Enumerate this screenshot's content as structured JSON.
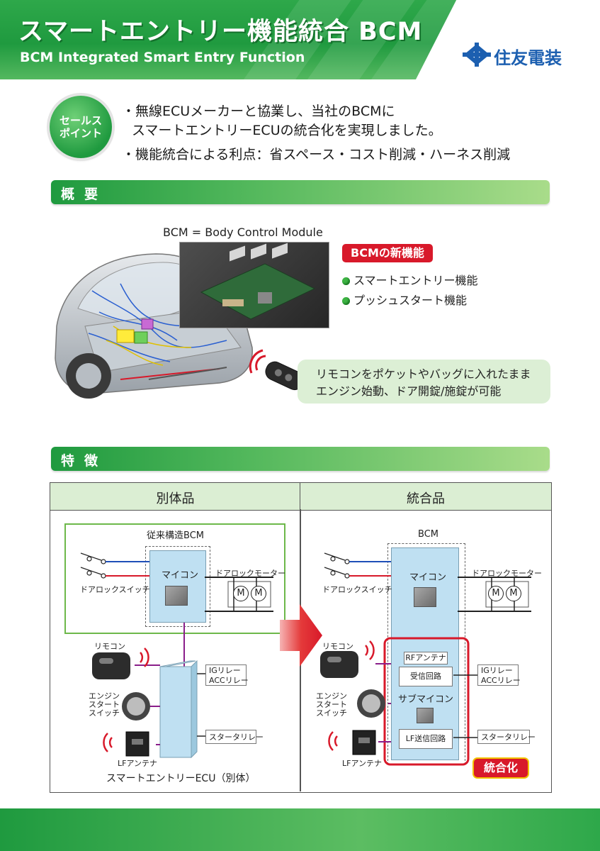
{
  "header": {
    "title": "スマートエントリー機能統合 BCM",
    "subtitle": "BCM Integrated Smart Entry Function",
    "company": "住友電装",
    "brand_color": "#1f9a3f",
    "logo_icon": "sumitomo-logo-icon"
  },
  "sales_point": {
    "badge_line1": "セールス",
    "badge_line2": "ポイント",
    "points": [
      "・無線ECUメーカーと協業し、当社のBCMに",
      "スマートエントリーECUの統合化を実現しました。",
      "・機能統合による利点：省スペース・コスト削減・ハーネス削減"
    ]
  },
  "overview": {
    "heading": "概要",
    "bcm_label": "BCM = Body Control Module",
    "new_functions_title": "BCMの新機能",
    "new_functions": [
      "スマートエントリー機能",
      "プッシュスタート機能"
    ],
    "remote_text": "リモコンをポケットやバッグに入れたまま\nエンジン始動、ドア開錠/施錠が可能"
  },
  "features": {
    "heading": "特徴",
    "col_left": "別体品",
    "col_right": "統合品",
    "left": {
      "bcm_title": "従来構造BCM",
      "micon": "マイコン",
      "door_lock_motor": "ドアロックモーター",
      "door_lock_switch": "ドアロックスイッチ",
      "remote": "リモコン",
      "engine_start_switch": "エンジン\nスタート\nスイッチ",
      "lf_antenna": "LFアンテナ",
      "ig_relay": "IGリレー",
      "acc_relay": "ACCリレー",
      "starter_relay": "スタータリレー",
      "ecu_caption": "スマートエントリーECU（別体）",
      "motor_letter": "M"
    },
    "right": {
      "bcm_title": "BCM",
      "micon": "マイコン",
      "door_lock_motor": "ドアロックモーター",
      "door_lock_switch": "ドアロックスイッチ",
      "remote": "リモコン",
      "engine_start_switch": "エンジン\nスタート\nスイッチ",
      "lf_antenna": "LFアンテナ",
      "rf_antenna": "RFアンテナ",
      "receiver": "受信回路",
      "sub_micon": "サブマイコン",
      "lf_transmitter": "LF送信回路",
      "ig_relay": "IGリレー",
      "acc_relay": "ACCリレー",
      "starter_relay": "スタータリレー",
      "integration_badge": "統合化",
      "motor_letter": "M"
    }
  },
  "colors": {
    "accent_red": "#d8192a",
    "table_header": "#dbeed3",
    "box_blue": "#bfe0f2",
    "wire_blue": "#1f4fb8",
    "wire_red": "#d8192a",
    "wire_purple": "#8a1e8a"
  }
}
